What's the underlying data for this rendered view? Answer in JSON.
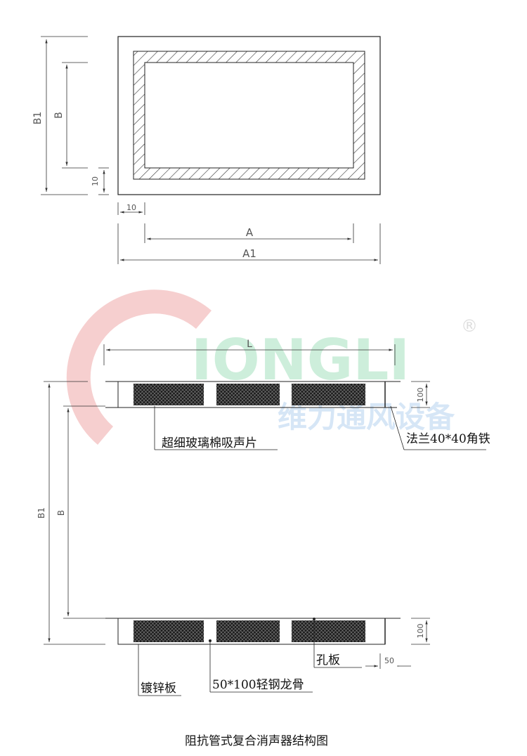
{
  "watermark": {
    "brand": "IONGLI",
    "brand_cn": "维力通风设备",
    "registered": "®"
  },
  "top_view": {
    "dim_B1": "B1",
    "dim_B": "B",
    "dim_10_v": "10",
    "dim_10_h": "10",
    "dim_A": "A",
    "dim_A1": "A1"
  },
  "section_view": {
    "dim_L": "L",
    "dim_B1": "B1",
    "dim_B": "B",
    "dim_100_top": "100",
    "dim_100_bottom": "100",
    "dim_50": "50",
    "callouts": {
      "absorber": "超细玻璃棉吸声片",
      "flange": "法兰40*40角铁",
      "perforated": "孔板",
      "galvanized": "镀锌板",
      "keel": "50*100轻钢龙骨"
    }
  },
  "caption": "阻抗管式复合消声器结构图",
  "colors": {
    "watermark_red": "#f6cfcf",
    "watermark_green": "#cdeedb",
    "watermark_blue": "#d6e6f6",
    "line": "#222222"
  }
}
